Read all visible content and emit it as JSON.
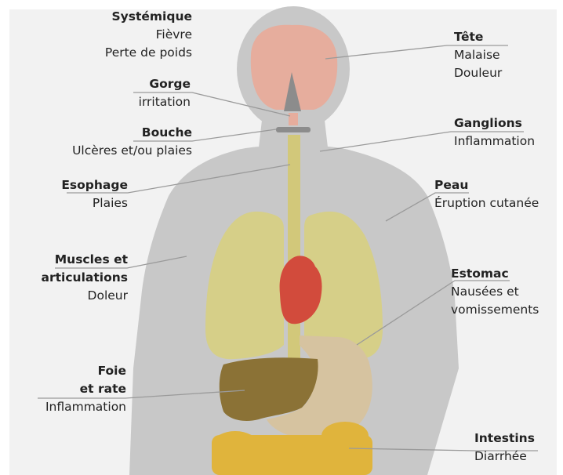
{
  "labels": {
    "systemique": {
      "title": "Systémique",
      "lines": [
        "Fièvre",
        "Perte de poids"
      ]
    },
    "gorge": {
      "title": "Gorge",
      "lines": [
        "irritation"
      ]
    },
    "bouche": {
      "title": "Bouche",
      "lines": [
        "Ulcères et/ou plaies"
      ]
    },
    "esophage": {
      "title": "Esophage",
      "lines": [
        "Plaies"
      ]
    },
    "muscles": {
      "title_lines": [
        "Muscles et",
        "articulations"
      ],
      "lines": [
        "Doleur"
      ]
    },
    "foie": {
      "title_lines": [
        "Foie",
        "et rate"
      ],
      "lines": [
        "Inflammation"
      ]
    },
    "tete": {
      "title": "Tête",
      "lines": [
        "Malaise",
        "Douleur"
      ]
    },
    "ganglions": {
      "title": "Ganglions",
      "lines": [
        "Inflammation"
      ]
    },
    "peau": {
      "title": "Peau",
      "lines": [
        "Éruption cutanée"
      ]
    },
    "estomac": {
      "title": "Estomac",
      "lines": [
        "Nausées et",
        "vomissements"
      ]
    },
    "intestins": {
      "title": "Intestins",
      "lines": [
        "Diarrhée"
      ]
    }
  },
  "colors": {
    "background": "#f2f2f2",
    "body": "#c8c8c8",
    "brain": "#e6ad9d",
    "brainstem": "#8c8c8c",
    "esophagus": "#d2c87a",
    "lungs": "#d6cf88",
    "heart": "#d24b3c",
    "liver": "#8b7236",
    "stomach": "#d6c3a0",
    "intestines": "#e0b43c",
    "leader_line": "#9a9a9a"
  }
}
